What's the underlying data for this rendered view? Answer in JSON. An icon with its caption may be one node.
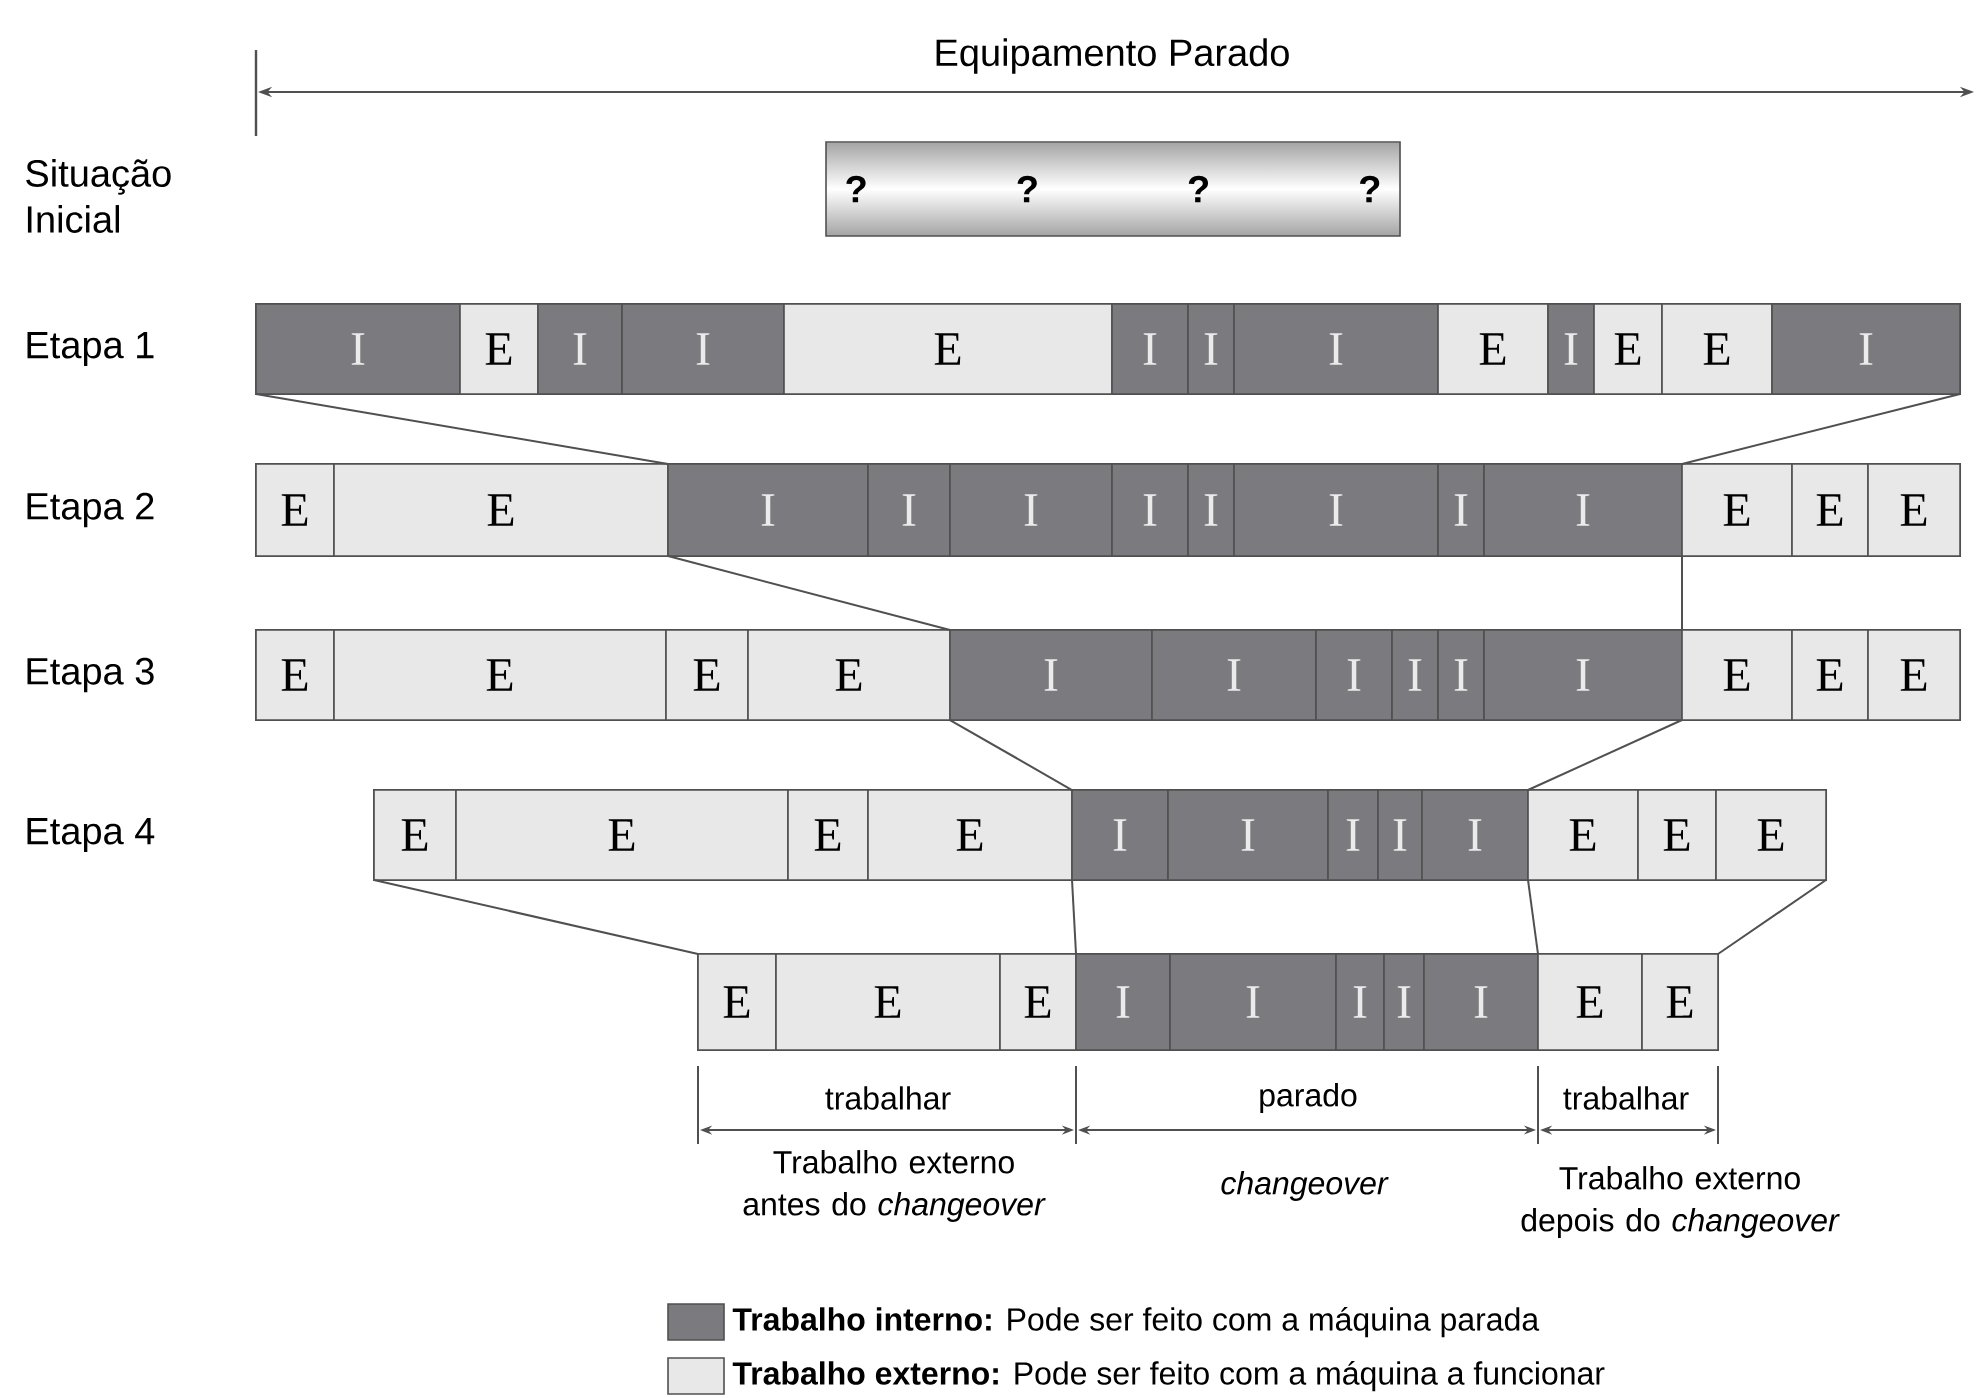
{
  "diagram": {
    "nodes": [
      {
        "text": [
          "?",
          "?",
          "?",
          "?"
        ]
      },
      {
        "text": [],
        "shape": "bar"
      },
      {
        "text": [
          "I"
        ],
        "in": 1
      },
      {
        "text": [
          "E"
        ],
        "in": 1
      },
      {
        "text": [
          "I"
        ],
        "in": 1
      },
      {
        "text": [
          "I"
        ],
        "in": 1
      },
      {
        "text": [
          "E"
        ],
        "in": 1
      },
      {
        "text": [
          "I"
        ],
        "in": 1
      },
      {
        "text": [
          "I"
        ],
        "in": 1
      },
      {
        "text": [
          "I"
        ],
        "in": 1
      },
      {
        "text": [
          "E"
        ],
        "in": 1
      },
      {
        "text": [
          "I"
        ],
        "in": 1
      },
      {
        "text": [
          "E"
        ],
        "in": 1
      },
      {
        "text": [
          "E"
        ],
        "in": 1
      },
      {
        "text": [
          "I"
        ],
        "in": 1
      },
      {
        "text": [],
        "shape": "bar"
      },
      {
        "text": [
          "E"
        ],
        "in": 15
      },
      {
        "text": [
          "E"
        ],
        "in": 15
      },
      {
        "text": [
          "I"
        ],
        "in": 15
      },
      {
        "text": [
          "I"
        ],
        "in": 15
      },
      {
        "text": [
          "I"
        ],
        "in": 15
      },
      {
        "text": [
          "I"
        ],
        "in": 15
      },
      {
        "text": [
          "I"
        ],
        "in": 15
      },
      {
        "text": [
          "I"
        ],
        "in": 15
      },
      {
        "text": [
          "I"
        ],
        "in": 15
      },
      {
        "text": [
          "I"
        ],
        "in": 15
      },
      {
        "text": [
          "E"
        ],
        "in": 15
      },
      {
        "text": [
          "E"
        ],
        "in": 15
      },
      {
        "text": [
          "E"
        ],
        "in": 15
      },
      {
        "text": [],
        "shape": "bar"
      },
      {
        "text": [
          "E"
        ],
        "in": 29
      },
      {
        "text": [
          "E"
        ],
        "in": 29
      },
      {
        "text": [
          "E"
        ],
        "in": 29
      },
      {
        "text": [
          "E"
        ],
        "in": 29
      },
      {
        "text": [
          "I"
        ],
        "in": 29
      },
      {
        "text": [
          "I"
        ],
        "in": 29
      },
      {
        "text": [
          "I"
        ],
        "in": 29
      },
      {
        "text": [
          "I"
        ],
        "in": 29
      },
      {
        "text": [
          "I"
        ],
        "in": 29
      },
      {
        "text": [
          "I"
        ],
        "in": 29
      },
      {
        "text": [
          "E"
        ],
        "in": 29
      },
      {
        "text": [
          "E"
        ],
        "in": 29
      },
      {
        "text": [
          "E"
        ],
        "in": 29
      },
      {
        "text": [],
        "shape": "bar"
      },
      {
        "text": [
          "E"
        ],
        "in": 43
      },
      {
        "text": [
          "E"
        ],
        "in": 43
      },
      {
        "text": [
          "E"
        ],
        "in": 43
      },
      {
        "text": [
          "E"
        ],
        "in": 43
      },
      {
        "text": [
          "I"
        ],
        "in": 43
      },
      {
        "text": [
          "I"
        ],
        "in": 43
      },
      {
        "text": [
          "I"
        ],
        "in": 43
      },
      {
        "text": [
          "I"
        ],
        "in": 43
      },
      {
        "text": [
          "I"
        ],
        "in": 43
      },
      {
        "text": [
          "E"
        ],
        "in": 43
      },
      {
        "text": [
          "E"
        ],
        "in": 43
      },
      {
        "text": [
          "E"
        ],
        "in": 43
      },
      {
        "text": [],
        "shape": "bar"
      },
      {
        "text": [
          "E"
        ],
        "in": 56
      },
      {
        "text": [
          "E"
        ],
        "in": 56
      },
      {
        "text": [
          "E"
        ],
        "in": 56
      },
      {
        "text": [
          "I"
        ],
        "in": 56
      },
      {
        "text": [
          "I"
        ],
        "in": 56
      },
      {
        "text": [
          "I"
        ],
        "in": 56
      },
      {
        "text": [
          "I"
        ],
        "in": 56
      },
      {
        "text": [
          "I"
        ],
        "in": 56
      },
      {
        "text": [
          "E"
        ],
        "in": 56
      },
      {
        "text": [
          "E"
        ],
        "in": 56
      }
    ],
    "edges": [
      {
        "from": 1,
        "to": 15,
        "arrow": "none"
      },
      {
        "from": 1,
        "to": 15,
        "arrow": "none"
      },
      {
        "from": 15,
        "to": 29,
        "arrow": "none"
      },
      {
        "from": 15,
        "to": 29,
        "arrow": "none"
      },
      {
        "from": 29,
        "to": 43,
        "arrow": "none"
      },
      {
        "from": 29,
        "to": 43,
        "arrow": "none"
      },
      {
        "from": 43,
        "to": 56,
        "arrow": "none"
      },
      {
        "from": 43,
        "to": 56,
        "arrow": "none"
      },
      {
        "from": 43,
        "to": 56,
        "arrow": "none"
      },
      {
        "from": 43,
        "to": 56,
        "arrow": "none"
      }
    ],
    "labels": [
      "Equipamento Parado",
      "Situação Inicial",
      "Etapa 1",
      "Etapa 2",
      "Etapa 3",
      "Etapa 4",
      "trabalhar",
      "parado",
      "trabalhar",
      "Trabalho externo antes do *changeover*",
      "changeover",
      "Trabalho externo depois do *changeover*"
    ],
    "legend": [
      {
        "text": "**Trabalho interno:** Pode ser feito com a máquina parada",
        "color": "#7b7b7f"
      },
      {
        "text": "**Trabalho externo:** Pode ser feito com a máquina a funcionar",
        "color": "#e8e8e8"
      }
    ]
  }
}
